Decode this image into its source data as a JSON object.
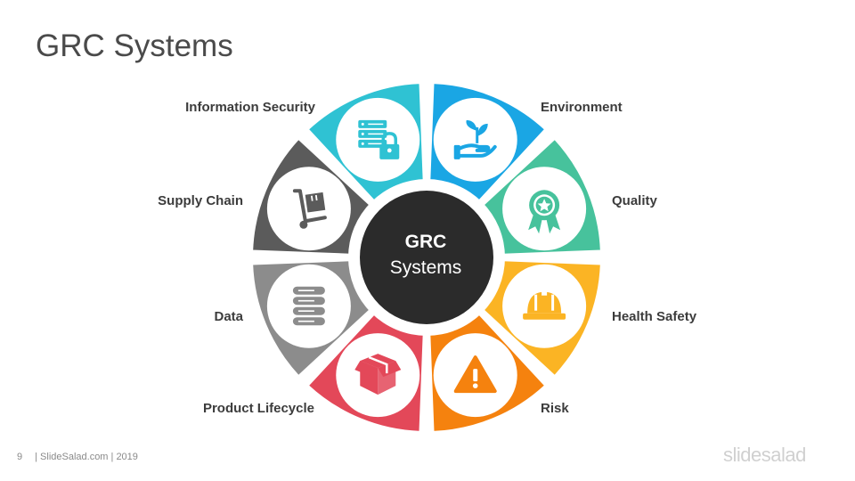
{
  "slide": {
    "title": "GRC Systems",
    "page_number": "9",
    "footer_text": "| SlideSalad.com | 2019",
    "brand": "slidesalad"
  },
  "hub": {
    "line1": "GRC",
    "line2": "Systems",
    "color": "#2b2b2b"
  },
  "segments": [
    {
      "label": "Environment",
      "color": "#1aa6e4",
      "icon": "plant-in-hand-icon"
    },
    {
      "label": "Quality",
      "color": "#47c29c",
      "icon": "award-badge-icon"
    },
    {
      "label": "Health Safety",
      "color": "#fbb424",
      "icon": "hard-hat-icon"
    },
    {
      "label": "Risk",
      "color": "#f5820e",
      "icon": "warning-triangle-icon"
    },
    {
      "label": "Product Lifecycle",
      "color": "#e34859",
      "icon": "box-icon"
    },
    {
      "label": "Data",
      "color": "#8c8c8c",
      "icon": "database-icon"
    },
    {
      "label": "Supply Chain",
      "color": "#5b5b5b",
      "icon": "hand-truck-icon"
    },
    {
      "label": "Information Security",
      "color": "#2fc2d3",
      "icon": "secure-server-icon"
    }
  ]
}
